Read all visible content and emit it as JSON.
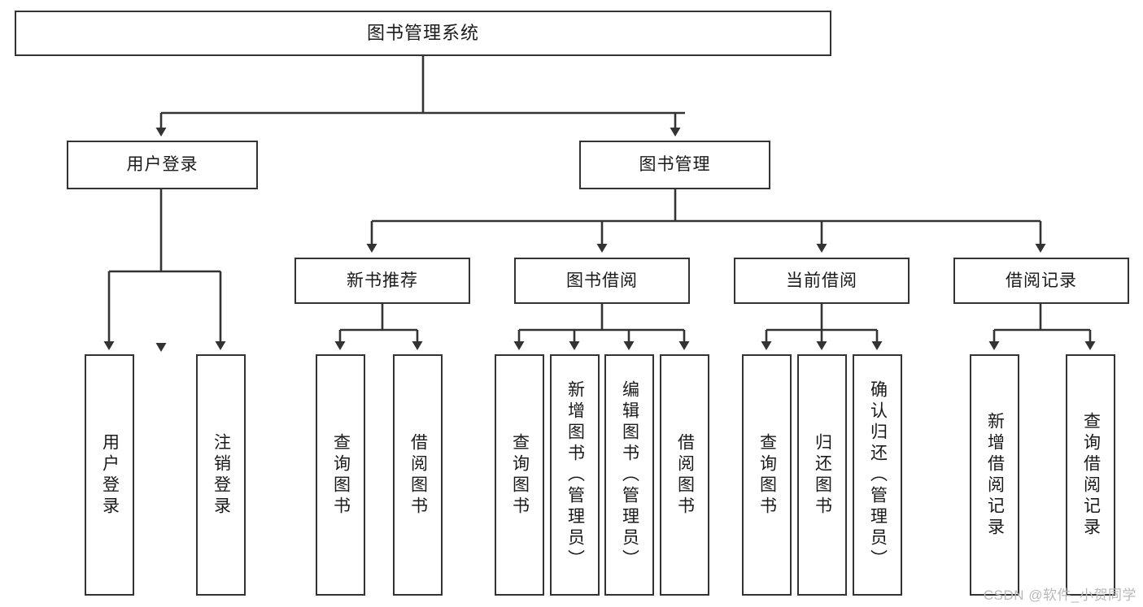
{
  "diagram": {
    "title": "图书管理系统",
    "type": "tree-hierarchy-diagram",
    "colors": {
      "box_border": "#333333",
      "box_fill": "#ffffff",
      "edge": "#333333",
      "text": "#1a1a1a",
      "watermark": "#b9b9b9"
    },
    "root": {
      "label": "图书管理系统"
    },
    "level2": [
      {
        "label": "用户登录"
      },
      {
        "label": "图书管理"
      }
    ],
    "level3": [
      {
        "label": "新书推荐"
      },
      {
        "label": "图书借阅"
      },
      {
        "label": "当前借阅"
      },
      {
        "label": "借阅记录"
      }
    ],
    "leaves": {
      "user_login": [
        {
          "label": "用户登录"
        },
        {
          "label": "注销登录"
        }
      ],
      "new_book_recommend": [
        {
          "label": "查询图书"
        },
        {
          "label": "借阅图书"
        }
      ],
      "book_borrow": [
        {
          "label": "查询图书"
        },
        {
          "label": "新增图书（管理员）"
        },
        {
          "label": "编辑图书（管理员）"
        },
        {
          "label": "借阅图书"
        }
      ],
      "current_borrow": [
        {
          "label": "查询图书"
        },
        {
          "label": "归还图书"
        },
        {
          "label": "确认归还（管理员）"
        }
      ],
      "borrow_record": [
        {
          "label": "新增借阅记录"
        },
        {
          "label": "查询借阅记录"
        }
      ]
    }
  },
  "watermark": {
    "text": "CSDN @软件_小贺同学"
  }
}
